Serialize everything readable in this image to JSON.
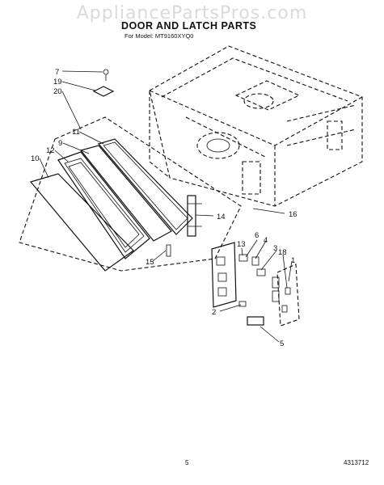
{
  "header": {
    "watermark": "AppliancePartsPros.com",
    "title": "DOOR AND LATCH PARTS",
    "model": "For Model: MT9160XYQ0"
  },
  "footer": {
    "page": "5",
    "doc_number": "4313712"
  },
  "callouts": [
    "7",
    "19",
    "20",
    "11",
    "9",
    "12",
    "10",
    "14",
    "15",
    "16",
    "6",
    "13",
    "4",
    "3",
    "18",
    "1",
    "2",
    "5"
  ]
}
